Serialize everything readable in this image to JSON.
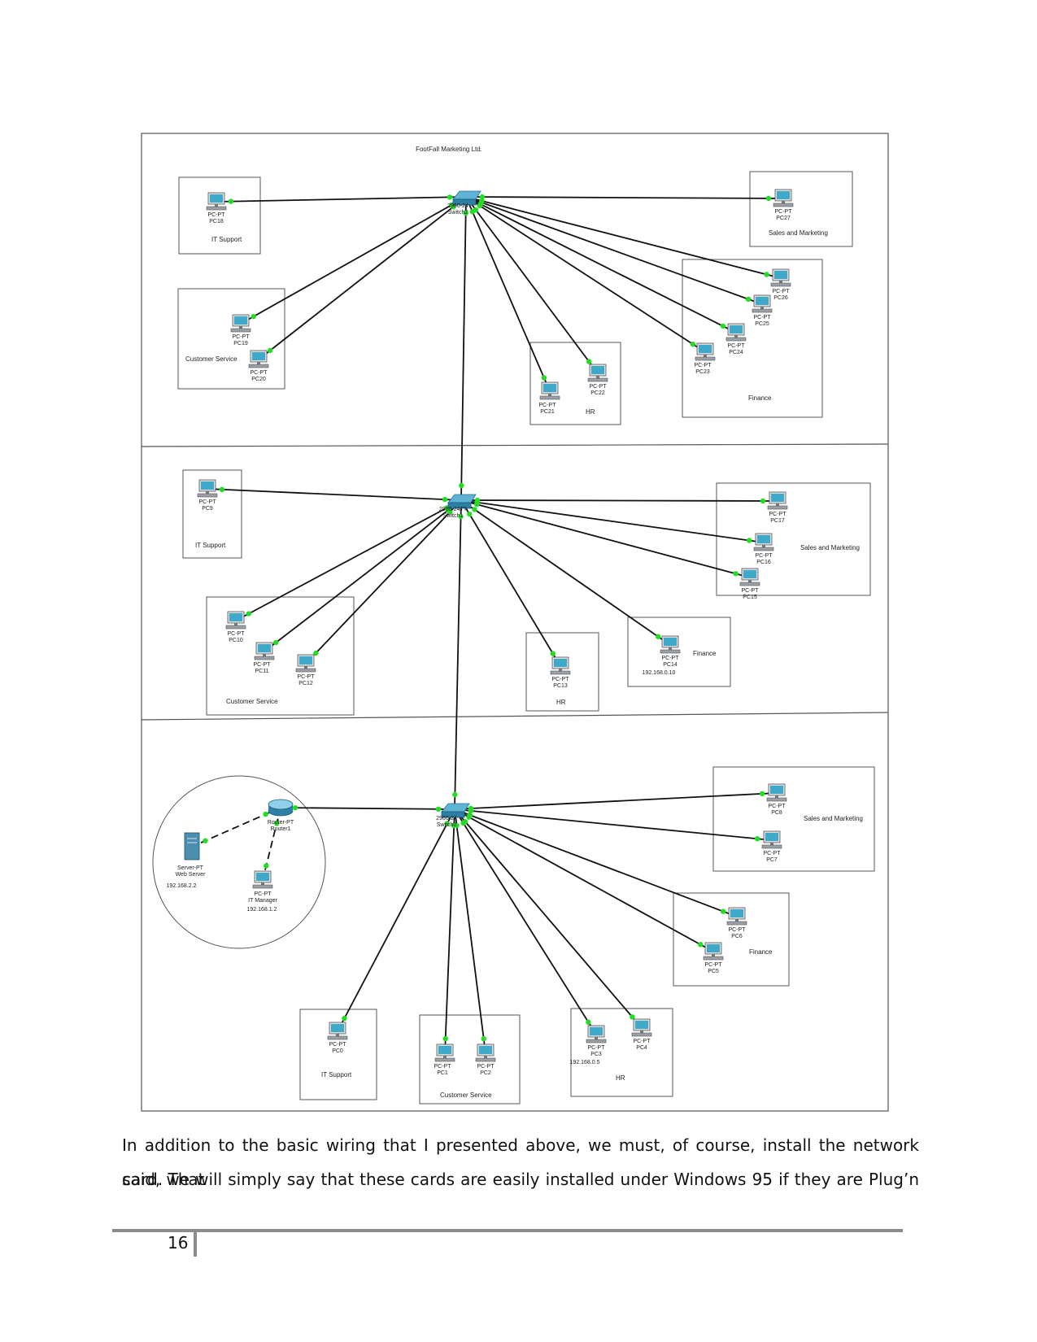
{
  "diagram": {
    "title": "FootFall Marketing Ltd.",
    "colors": {
      "frame": "#555555",
      "link": "#111111",
      "link_end": "#22dd22",
      "pc_screen": "#3fa9c9",
      "pc_body": "#d9dde0"
    },
    "switches": [
      {
        "id": "sw2",
        "line1": "2960-24",
        "line2": "Switch2"
      },
      {
        "id": "sw1",
        "line1": "2960-24TT",
        "line2": "Switch1"
      },
      {
        "id": "sw0",
        "line1": "2960-24",
        "line2": "Switch0"
      }
    ],
    "router": {
      "label1": "Router-PT",
      "label2": "Router1"
    },
    "server": {
      "label1": "Server-PT",
      "label2": "Web Server",
      "ip": "192.168.2.2"
    },
    "it_manager": {
      "label1": "PC-PT",
      "label2": "IT Manager",
      "ip": "192.168.1.2"
    },
    "pcs": {
      "PC18": {
        "l1": "PC-PT",
        "l2": "PC18"
      },
      "PC27": {
        "l1": "PC-PT",
        "l2": "PC27"
      },
      "PC19": {
        "l1": "PC-PT",
        "l2": "PC19"
      },
      "PC20": {
        "l1": "PC-PT",
        "l2": "PC20"
      },
      "PC21": {
        "l1": "PC-PT",
        "l2": "PC21"
      },
      "PC22": {
        "l1": "PC-PT",
        "l2": "PC22"
      },
      "PC23": {
        "l1": "PC-PT",
        "l2": "PC23"
      },
      "PC24": {
        "l1": "PC-PT",
        "l2": "PC24"
      },
      "PC25": {
        "l1": "PC-PT",
        "l2": "PC25"
      },
      "PC26": {
        "l1": "PC-PT",
        "l2": "PC26"
      },
      "PC9": {
        "l1": "PC-PT",
        "l2": "PC9"
      },
      "PC10": {
        "l1": "PC-PT",
        "l2": "PC10"
      },
      "PC11": {
        "l1": "PC-PT",
        "l2": "PC11"
      },
      "PC12": {
        "l1": "PC-PT",
        "l2": "PC12"
      },
      "PC13": {
        "l1": "PC-PT",
        "l2": "PC13"
      },
      "PC14": {
        "l1": "PC-PT",
        "l2": "PC14",
        "ip": "192.168.0.10"
      },
      "PC15": {
        "l1": "PC-PT",
        "l2": "PC15"
      },
      "PC16": {
        "l1": "PC-PT",
        "l2": "PC16"
      },
      "PC17": {
        "l1": "PC-PT",
        "l2": "PC17"
      },
      "PC0": {
        "l1": "PC-PT",
        "l2": "PC0"
      },
      "PC1": {
        "l1": "PC-PT",
        "l2": "PC1"
      },
      "PC2": {
        "l1": "PC-PT",
        "l2": "PC2"
      },
      "PC3": {
        "l1": "PC-PT",
        "l2": "PC3",
        "ip": "192.168.0.5"
      },
      "PC4": {
        "l1": "PC-PT",
        "l2": "PC4"
      },
      "PC5": {
        "l1": "PC-PT",
        "l2": "PC5"
      },
      "PC6": {
        "l1": "PC-PT",
        "l2": "PC6"
      },
      "PC7": {
        "l1": "PC-PT",
        "l2": "PC7"
      },
      "PC8": {
        "l1": "PC-PT",
        "l2": "PC8"
      }
    },
    "groups": {
      "it1": "IT Support",
      "sm1": "Sales and Marketing",
      "cs1": "Customer Service",
      "hr1": "HR",
      "fin1": "Finance",
      "it2": "IT Support",
      "sm2": "Sales and Marketing",
      "cs2": "Customer Service",
      "hr2": "HR",
      "fin2": "Finance",
      "sm3": "Sales and Marketing",
      "fin3": "Finance",
      "it3": "IT Support",
      "cs3": "Customer Service",
      "hr3": "HR"
    }
  },
  "text": {
    "line1": "In addition to the basic wiring that I presented above, we must, of course, install the network card. That",
    "line2": "said, we will simply say that these cards are easily installed under Windows 95 if they are Plug’n"
  },
  "footer": {
    "page_number": "16"
  }
}
